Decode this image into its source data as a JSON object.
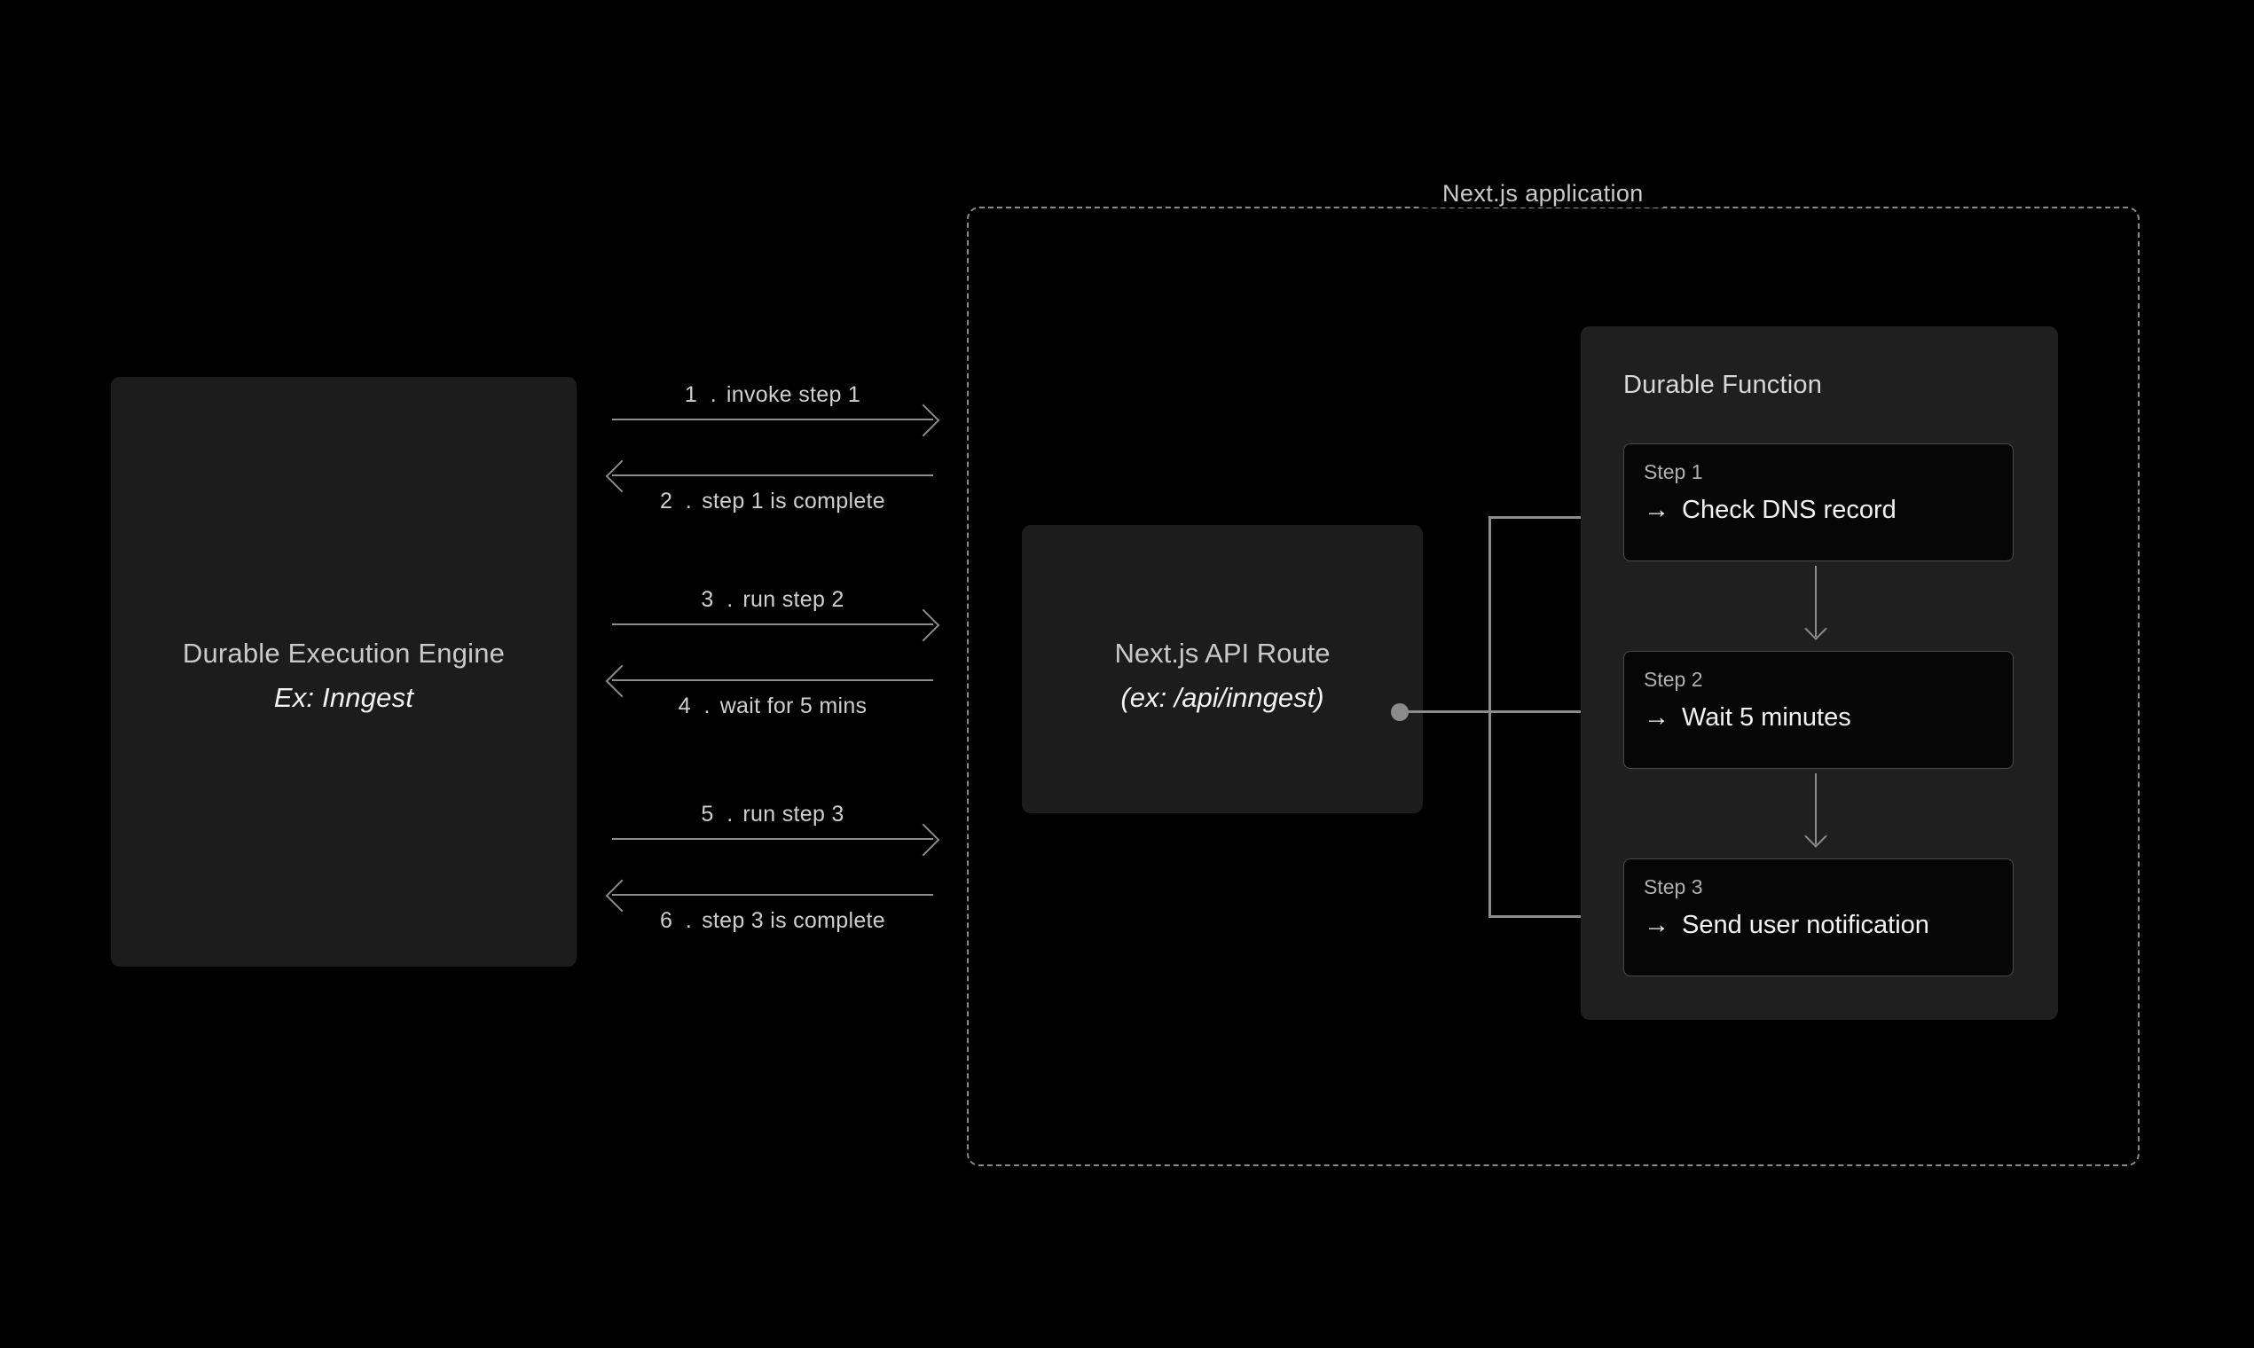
{
  "engine": {
    "title": "Durable Execution Engine",
    "subtitle": "Ex: Inngest"
  },
  "messages": [
    {
      "number": "1 .",
      "label": "invoke step 1",
      "direction": "to-right"
    },
    {
      "number": "2 .",
      "label": "step 1 is complete",
      "direction": "to-left"
    },
    {
      "number": "3 .",
      "label": "run step 2",
      "direction": "to-right"
    },
    {
      "number": "4 .",
      "label": "wait for 5 mins",
      "direction": "to-left"
    },
    {
      "number": "5 .",
      "label": "run step 3",
      "direction": "to-right"
    },
    {
      "number": "6 .",
      "label": "step 3 is complete",
      "direction": "to-left"
    }
  ],
  "app": {
    "title": "Next.js application"
  },
  "api_route": {
    "title": "Next.js API Route",
    "subtitle": "(ex: /api/inngest)"
  },
  "durable_function": {
    "title": "Durable Function",
    "steps": [
      {
        "label": "Step 1",
        "arrow": "→",
        "text": "Check DNS record"
      },
      {
        "label": "Step 2",
        "arrow": "→",
        "text": "Wait 5 minutes"
      },
      {
        "label": "Step 3",
        "arrow": "→",
        "text": "Send user notification"
      }
    ]
  },
  "colors": {
    "background": "#000000",
    "panel": "#1c1c1c",
    "function_panel": "#1f1f1f",
    "card": "#060606",
    "card_border": "#4a4a4a",
    "line": "#8c8c8c",
    "text_primary": "#f2f2f2",
    "text_secondary": "#c9c9c9",
    "text_muted": "#b0b0b0"
  }
}
